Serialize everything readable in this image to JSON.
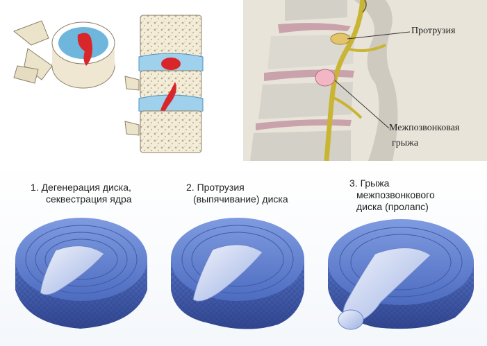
{
  "callouts": {
    "protrusion": "Протрузия",
    "hernia_line1": "Межпозвонковая",
    "hernia_line2": "грыжа"
  },
  "stages": [
    {
      "line1": "1. Дегенерация диска,",
      "line2": "секвестрация ядра",
      "line3": ""
    },
    {
      "line1": "2. Протрузия",
      "line2": "(выпячивание) диска",
      "line3": ""
    },
    {
      "line1": "3. Грыжа",
      "line2": "межпозвонкового",
      "line3": "диска (пролапс)"
    }
  ],
  "colors": {
    "disc_blue": "#5f7fc8",
    "nucleus_red": "#d9262b",
    "bone": "#efe7d2",
    "nerve": "#c9b533"
  }
}
